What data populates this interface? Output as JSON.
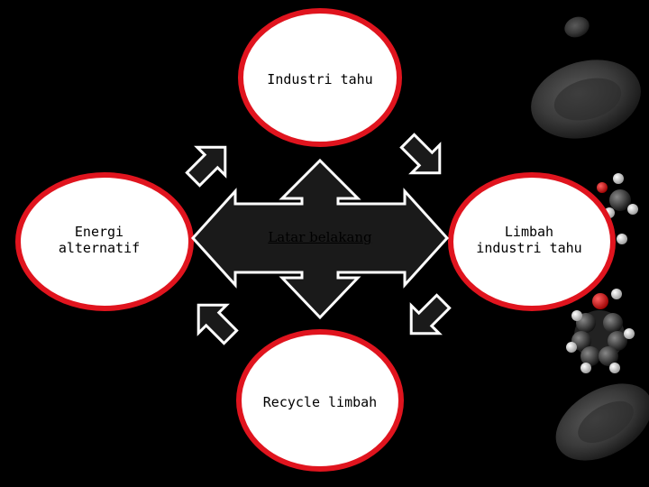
{
  "diagram": {
    "center": {
      "label": "Latar belakang"
    },
    "nodes": {
      "top": {
        "label": "Industri tahu"
      },
      "left": {
        "label": "Energi alternatif"
      },
      "right": {
        "label": "Limbah industri tahu"
      },
      "bottom": {
        "label": "Recycle limbah"
      }
    }
  },
  "colors": {
    "background": "#000000",
    "circle_fill": "#ffffff",
    "circle_border": "#e0141e",
    "arrow_fill": "#1a1a1a",
    "arrow_stroke": "#ffffff"
  },
  "decorations": [
    "red-blood-cell-image",
    "molecule-model-image"
  ]
}
